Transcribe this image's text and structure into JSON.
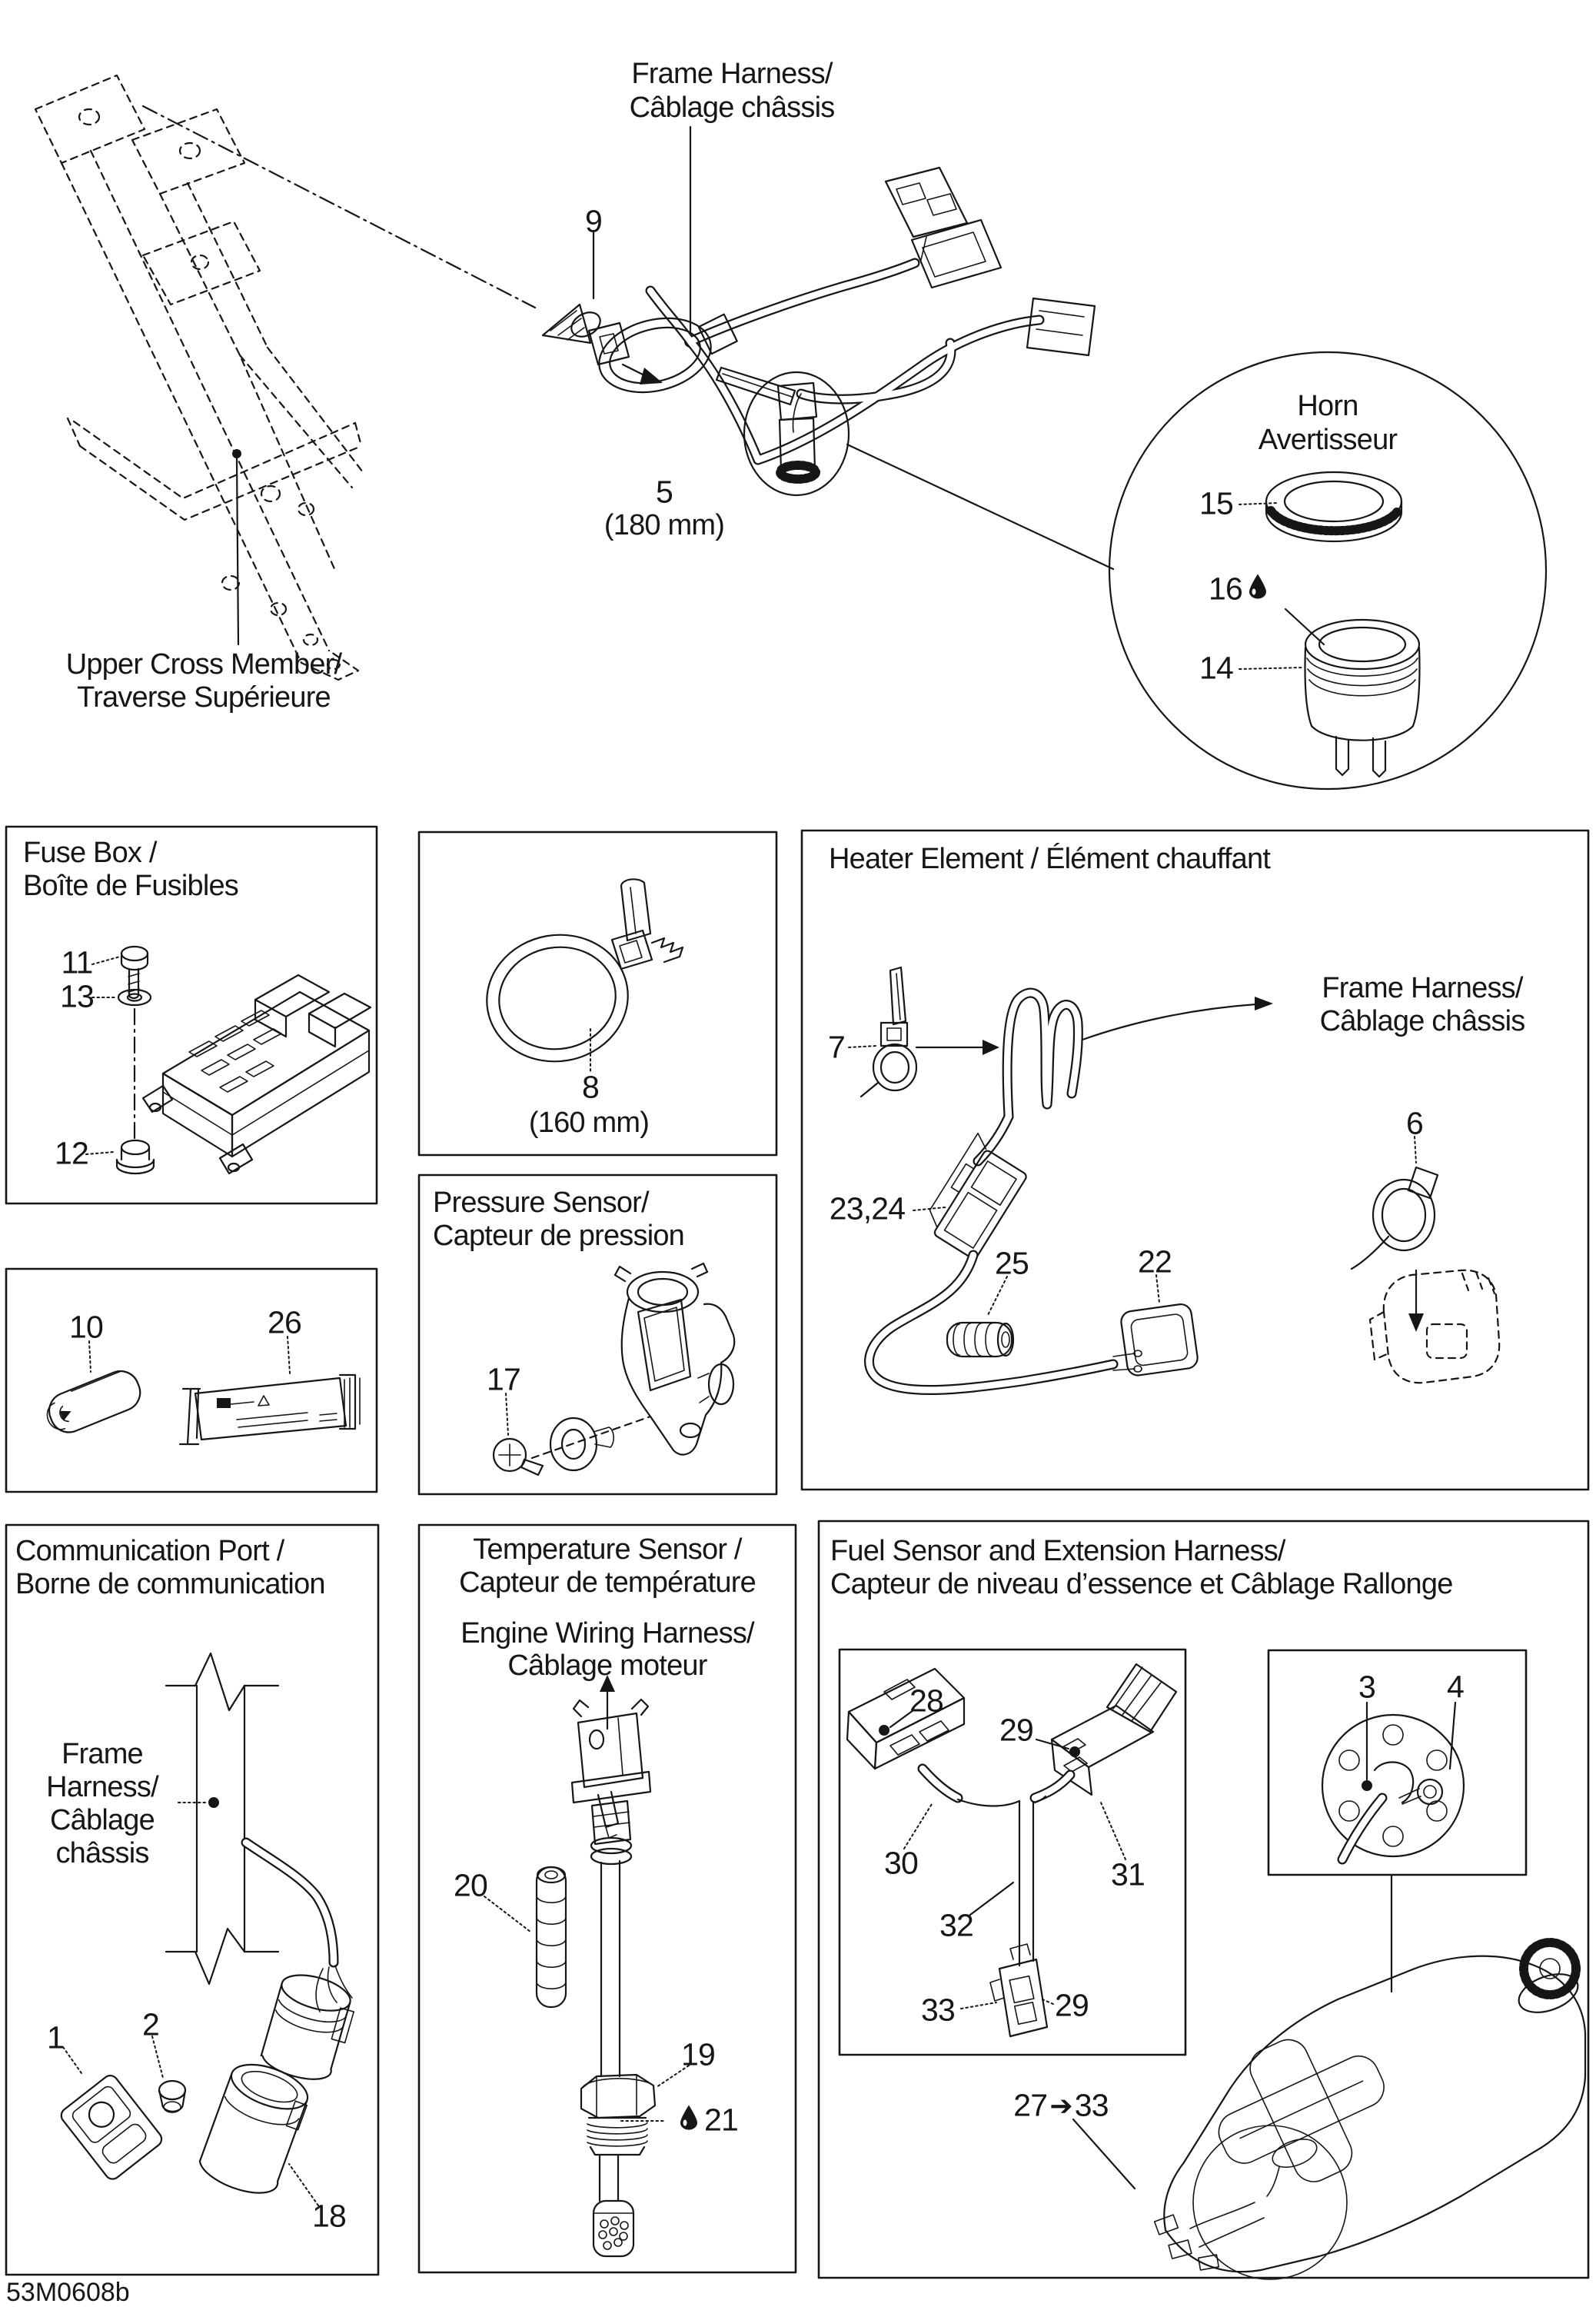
{
  "colors": {
    "ink": "#161616",
    "background": "#ffffff"
  },
  "diagram_code": "53M0608b",
  "top_section": {
    "frame_harness_label": {
      "line1": "Frame Harness/",
      "line2": "Câblage châssis"
    },
    "upper_cross_member_label": {
      "line1": "Upper Cross Member/",
      "line2": "Traverse Supérieure"
    },
    "callout_9": "9",
    "callout_5": "5",
    "callout_5_dim": "(180 mm)",
    "horn_inset": {
      "title_en": "Horn",
      "title_fr": "Avertisseur",
      "callout_15": "15",
      "callout_16": "16",
      "callout_14": "14"
    }
  },
  "fuse_box_section": {
    "title_en": "Fuse Box /",
    "title_fr": "Boîte de Fusibles",
    "callout_11": "11",
    "callout_13": "13",
    "callout_12": "12"
  },
  "misc_parts_section": {
    "callout_10": "10",
    "callout_26": "26"
  },
  "cable_tie_section": {
    "callout_8": "8",
    "callout_8_dim": "(160 mm)"
  },
  "pressure_sensor_section": {
    "title_en": "Pressure Sensor/",
    "title_fr": "Capteur de pression",
    "callout_17": "17"
  },
  "heater_element_section": {
    "title": "Heater Element / Élément chauffant",
    "frame_harness_label": {
      "line1": "Frame Harness/",
      "line2": "Câblage châssis"
    },
    "callout_7": "7",
    "callout_6": "6",
    "callout_23_24": "23,24",
    "callout_25": "25",
    "callout_22": "22"
  },
  "communication_port_section": {
    "title_en": "Communication Port /",
    "title_fr": "Borne de communication",
    "frame_harness_label": {
      "line1": "Frame",
      "line2": "Harness/",
      "line3": "Câblage",
      "line4": "châssis"
    },
    "callout_1": "1",
    "callout_2": "2",
    "callout_18": "18"
  },
  "temperature_sensor_section": {
    "title_en": "Temperature Sensor /",
    "title_fr": "Capteur de température",
    "subtitle_en": "Engine Wiring Harness/",
    "subtitle_fr": "Câblage moteur",
    "callout_20": "20",
    "callout_19": "19",
    "callout_21": "21"
  },
  "fuel_sensor_section": {
    "title_en": "Fuel Sensor and Extension Harness/",
    "title_fr": "Capteur de niveau d’essence et Câblage Rallonge",
    "callout_28": "28",
    "callout_29": "29",
    "callout_30": "30",
    "callout_31": "31",
    "callout_32": "32",
    "callout_33": "33",
    "callout_29_b": "29",
    "callout_3": "3",
    "callout_4": "4",
    "range_label": {
      "from": "27",
      "arrow": "➔",
      "to": "33"
    }
  }
}
